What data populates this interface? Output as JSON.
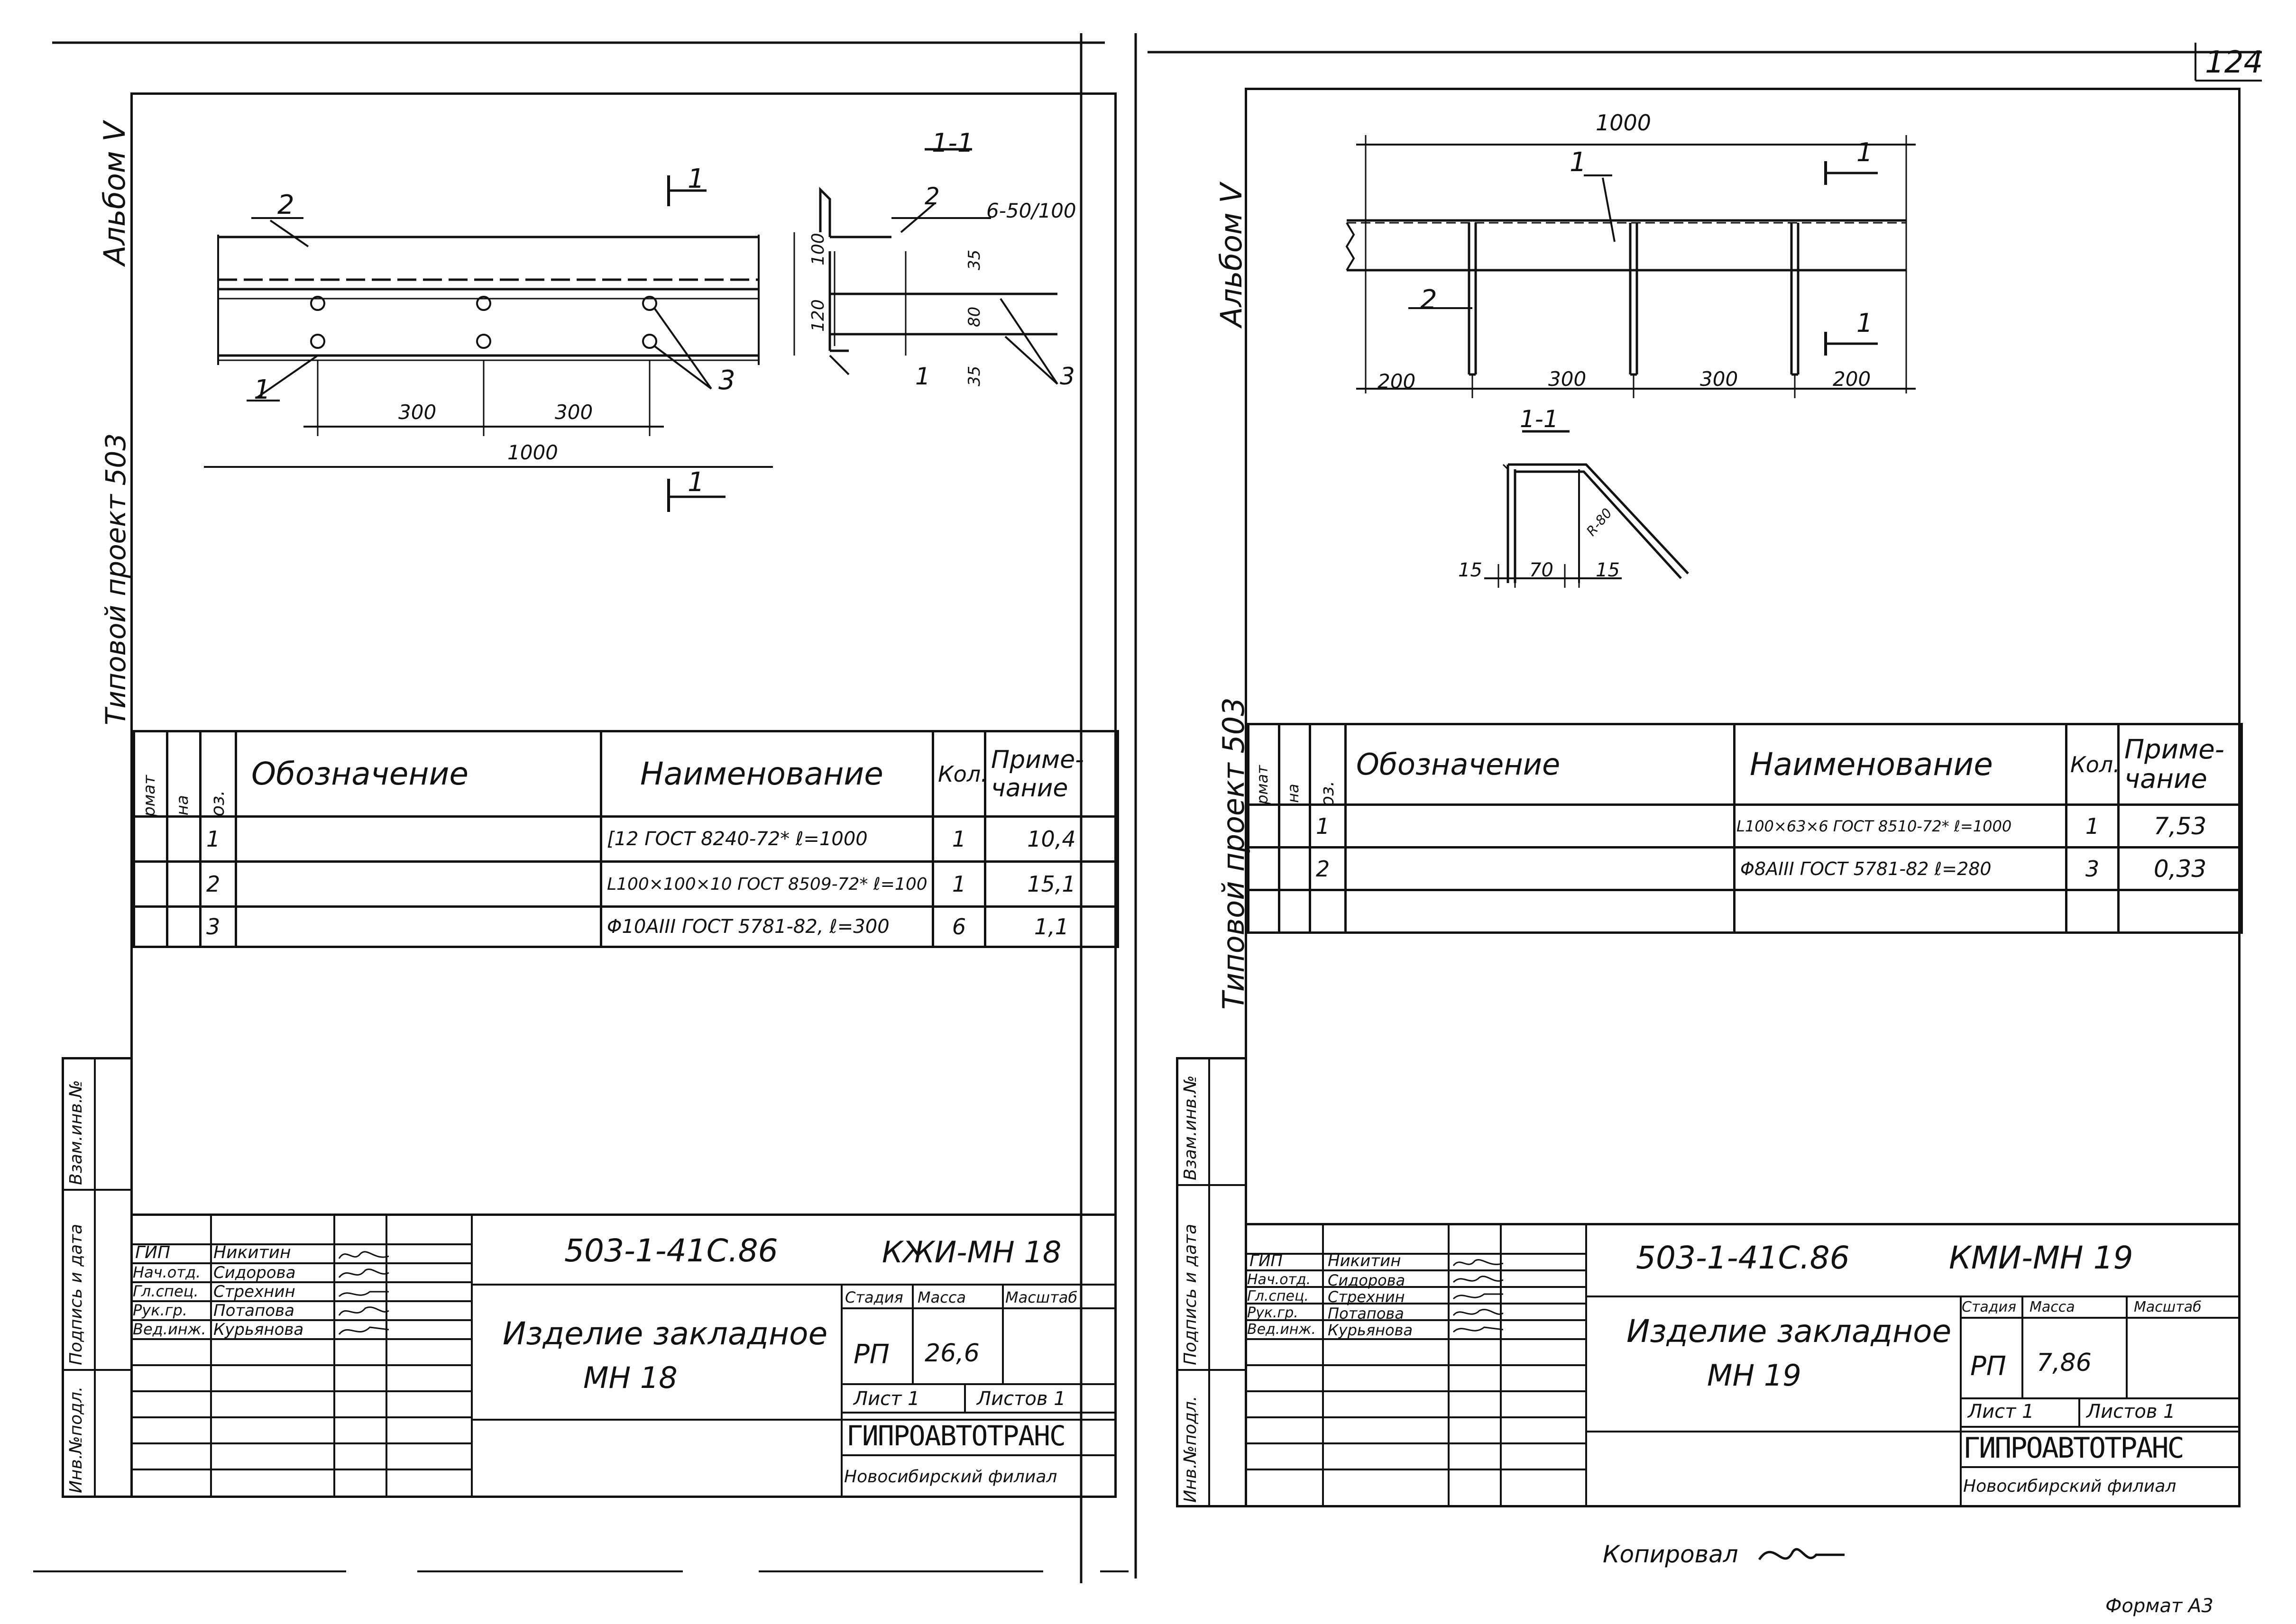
{
  "page_number": "124",
  "copied_by_label": "Копировал",
  "format_label": "Формат А3",
  "left": {
    "album": "Альбом V",
    "project": "Типовой проект 503",
    "drawing_labels": {
      "pos1": "1",
      "pos2": "2",
      "pos3": "3",
      "section_mark": "1",
      "section_title": "1-1",
      "dim_300a": "300",
      "dim_300b": "300",
      "dim_1000": "1000",
      "dim_100": "100",
      "dim_120": "120",
      "dim_35a": "35",
      "dim_35b": "35",
      "dim_80": "80",
      "weld": "6-50/100"
    },
    "spec": {
      "headers": {
        "format": "Формат",
        "zone": "Зона",
        "pos": "Поз.",
        "designation": "Обозначение",
        "name": "Наименование",
        "qty": "Кол.",
        "note": "Приме-чание"
      },
      "rows": [
        {
          "pos": "1",
          "name": "[12 ГОСТ 8240-72* ℓ=1000",
          "qty": "1",
          "note": "10,4"
        },
        {
          "pos": "2",
          "name": "L100×100×10 ГОСТ 8509-72* ℓ=100",
          "qty": "1",
          "note": "15,1"
        },
        {
          "pos": "3",
          "name": "Φ10АIII ГОСТ 5781-82, ℓ=300",
          "qty": "6",
          "note": "1,1"
        }
      ]
    },
    "stamp_side": [
      "Инв.№подл.",
      "Подпись и дата",
      "Взам.инв.№"
    ],
    "title_block": {
      "code": "503-1-41С.86",
      "sheet_code": "КЖИ-МН 18",
      "roles": [
        "ГИП",
        "Нач.отд.",
        "Гл.спец.",
        "Рук.гр.",
        "Вед.инж."
      ],
      "names": [
        "Никитин",
        "Сидорова",
        "Стрехнин",
        "Потапова",
        "Курьянова"
      ],
      "title_line1": "Изделие закладное",
      "title_line2": "МН 18",
      "stage_h": "Стадия",
      "mass_h": "Масса",
      "scale_h": "Масштаб",
      "stage": "РП",
      "mass": "26,6",
      "scale": "",
      "sheet": "Лист 1",
      "sheets": "Листов 1",
      "org": "ГИПРОАВТОТРАНС",
      "branch": "Новосибирский филиал"
    }
  },
  "right": {
    "album": "Альбом V",
    "project": "Типовой проект 503",
    "drawing_labels": {
      "dim_1000": "1000",
      "pos1": "1",
      "pos2": "2",
      "section_mark": "1",
      "section_title": "1-1",
      "dim_200a": "200",
      "dim_300a": "300",
      "dim_300b": "300",
      "dim_200b": "200",
      "dim_15a": "15",
      "dim_70": "70",
      "dim_15b": "15",
      "radius": "R-80"
    },
    "spec": {
      "headers": {
        "format": "Формат",
        "zone": "Зона",
        "pos": "Поз.",
        "designation": "Обозначение",
        "name": "Наименование",
        "qty": "Кол.",
        "note": "Приме-чание"
      },
      "rows": [
        {
          "pos": "1",
          "name": "L100×63×6 ГОСТ 8510-72* ℓ=1000",
          "qty": "1",
          "note": "7,53"
        },
        {
          "pos": "2",
          "name": "Φ8АIII ГОСТ 5781-82 ℓ=280",
          "qty": "3",
          "note": "0,33"
        }
      ]
    },
    "stamp_side": [
      "Инв.№подл.",
      "Подпись и дата",
      "Взам.инв.№"
    ],
    "title_block": {
      "code": "503-1-41С.86",
      "sheet_code": "КМИ-МН 19",
      "roles": [
        "ГИП",
        "Нач.отд.",
        "Гл.спец.",
        "Рук.гр.",
        "Вед.инж."
      ],
      "names": [
        "Никитин",
        "Сидорова",
        "Стрехнин",
        "Потапова",
        "Курьянова"
      ],
      "title_line1": "Изделие закладное",
      "title_line2": "МН 19",
      "stage_h": "Стадия",
      "mass_h": "Масса",
      "scale_h": "Масштаб",
      "stage": "РП",
      "mass": "7,86",
      "scale": "",
      "sheet": "Лист 1",
      "sheets": "Листов 1",
      "org": "ГИПРОАВТОТРАНС",
      "branch": "Новосибирский филиал"
    }
  }
}
